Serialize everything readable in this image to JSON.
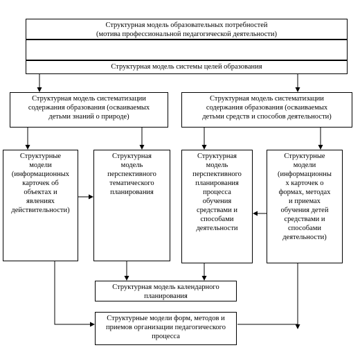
{
  "boxes": {
    "needs": "Структурная модель образовательных потребностей\n(мотива профессиональной педагогической деятельности)",
    "goals": "Структурная модель системы целей образования",
    "content_nature": "Структурная модель систематизации\nсодержания образования (осваиваемых\nдетьми знаний о природе)",
    "content_means": "Структурная модель систематизации\nсодержания образования (осваиваемых\nдетьми средств и способов деятельности)",
    "info_cards": "Структурные\nмодели\n(информационных\nкарточек об\nобъектах и\nявлениях\nдействительности)",
    "perspective_thematic": "Структурная\nмодель\nперспективного\nтематического\nпланирования",
    "perspective_process": "Структурная\nмодель\nперспективного\nпланирования\nпроцесса\nобучения\nсредствами и\nспособами\nдеятельности",
    "info_cards_forms": "Структурные\nмодели\n(информационны\nх карточек о\nформах, методах\nи приемах\nобучения детей\nсредствами и\nспособами\nдеятельности)",
    "calendar": "Структурная модель календарного\nпланирования",
    "forms_methods": "Структурные модели форм, методов и\nприемов организации педагогического\nпроцесса"
  }
}
